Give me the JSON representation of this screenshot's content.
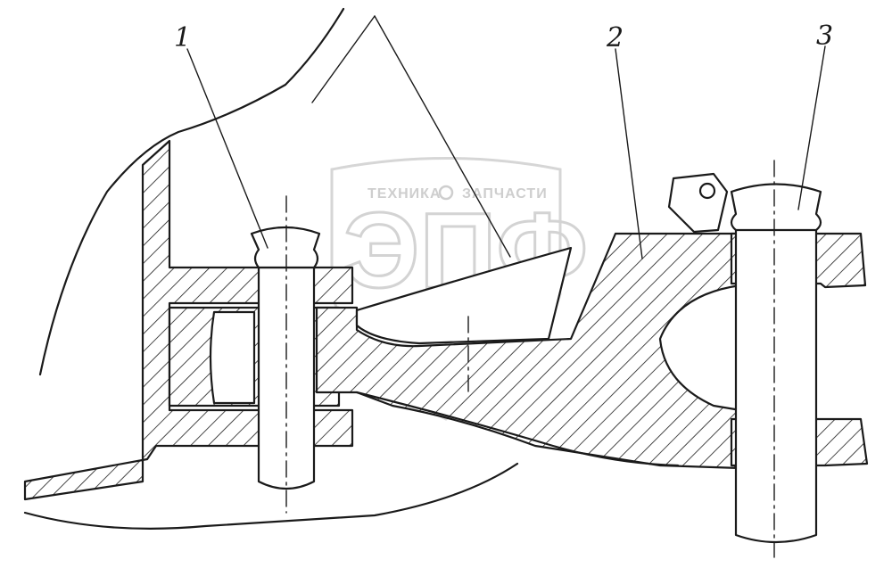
{
  "callouts": [
    {
      "id": "1",
      "label": "1"
    },
    {
      "id": "2",
      "label": "2"
    },
    {
      "id": "3",
      "label": "3"
    }
  ],
  "watermark": {
    "brand_left": "ТЕХНИКА",
    "brand_right": "ЗАПЧАСТИ",
    "logo": "ЭПФ",
    "color": "#c9c9c9"
  },
  "colors": {
    "ink": "#1a1a1a",
    "background": "#ffffff"
  }
}
